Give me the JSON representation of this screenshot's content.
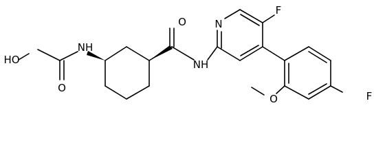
{
  "atom_labels": {
    "hydroxyl": "HO",
    "glycolamide_carbonyl_o": "O",
    "glycolamide_nh": "NH",
    "carboxamide_carbonyl_o": "O",
    "carboxamide_nh": "NH",
    "pyridine_n": "N",
    "pyridine_f": "F",
    "phenyl_f": "F",
    "methoxy_o": "O"
  },
  "colors": {
    "bonds": "#000000",
    "labels": "#000000",
    "background": "#ffffff"
  }
}
